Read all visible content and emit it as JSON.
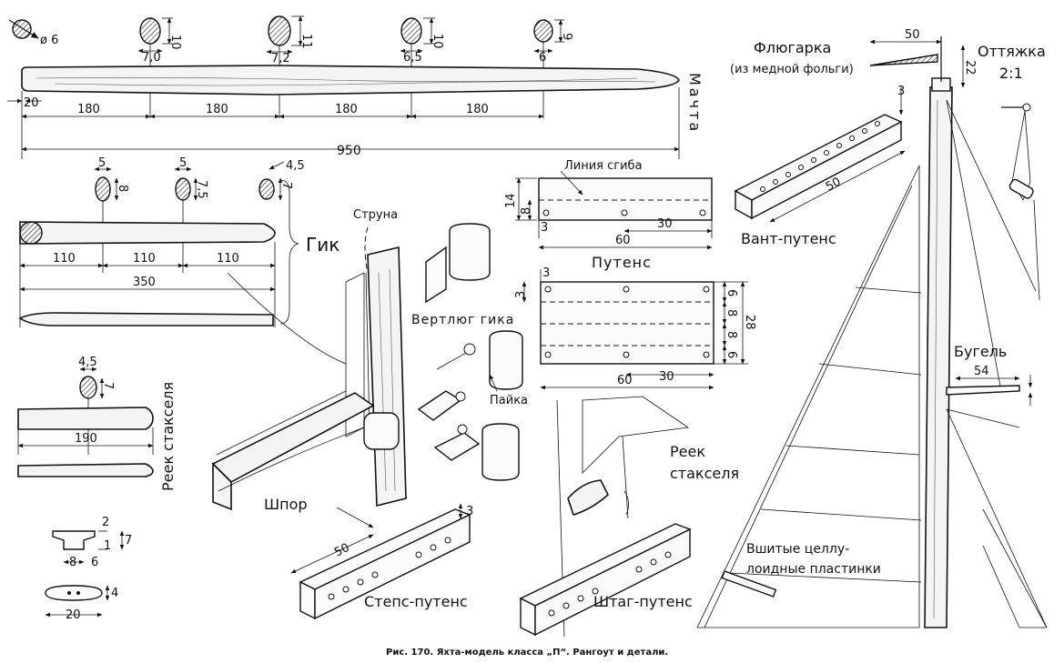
{
  "labels": {
    "flyugarka": "Флюгарка",
    "flyugarka_sub": "(из медной фольги)",
    "ottyazhka": "Оттяжка",
    "ottyazhka_ratio": "2:1",
    "machta": "Мачта",
    "gik": "Гик",
    "struna": "Струна",
    "vertlyug_gika": "Вертлюг гика",
    "payka": "Пайка",
    "reek_stakselya_left": "Реек стакселя",
    "reek_stakselya_right_1": "Реек",
    "reek_stakselya_right_2": "стакселя",
    "shpor": "Шпор",
    "steps_putens": "Степс-путенс",
    "shtag_putens": "Штаг-путенс",
    "liniya_sgiba": "Линия сгиба",
    "putens": "Путенс",
    "vant_putens": "Вант-путенс",
    "bugel": "Бугель",
    "vshitye_1": "Вшитые целлу-",
    "vshitye_2": "лоидные пластинки",
    "caption": "Рис. 170. Яхта-модель класса „П“. Рангоут и детали."
  },
  "dims": {
    "mast_top_dia": "ø 6",
    "sec1_h": "10",
    "sec1_w": "7,0",
    "sec2_h": "11",
    "sec2_w": "7,2",
    "sec3_h": "10",
    "sec3_w": "6,5",
    "sec4_h": "9",
    "sec4_w": "6",
    "mast_end": "20",
    "mast_seg1": "180",
    "mast_seg2": "180",
    "mast_seg3": "180",
    "mast_seg4": "180",
    "mast_total": "950",
    "boom_sec1_w": "5",
    "boom_sec1_h": "8",
    "boom_sec2_w": "5",
    "boom_sec2_h": "7,5",
    "boom_sec3_w": "4,5",
    "boom_sec3_h": "7",
    "boom_seg1": "110",
    "boom_seg2": "110",
    "boom_seg3": "110",
    "boom_total": "350",
    "reek_sec_w": "4,5",
    "reek_sec_h": "7",
    "reek_total": "190",
    "cleat_a": "2",
    "cleat_b": "7",
    "cleat_c": "1",
    "cleat_w1": "8",
    "cleat_w2": "6",
    "cleat_len": "20",
    "cleat_th": "4",
    "steps_len": "50",
    "steps_h": "3",
    "putens1_h1": "14",
    "putens1_h2": "8",
    "putens1_e": "3",
    "putens1_len": "60",
    "putens1_sp": "30",
    "putens2_top": "3",
    "putens2_l": "3",
    "putens2_r1": "6",
    "putens2_r2": "8",
    "putens2_r3": "8",
    "putens2_r4": "6",
    "putens2_h": "28",
    "putens2_len": "60",
    "putens2_sp": "30",
    "vant_h": "3",
    "vant_len": "50",
    "vane_len": "50",
    "vane_h": "22",
    "bugel_len": "54"
  }
}
